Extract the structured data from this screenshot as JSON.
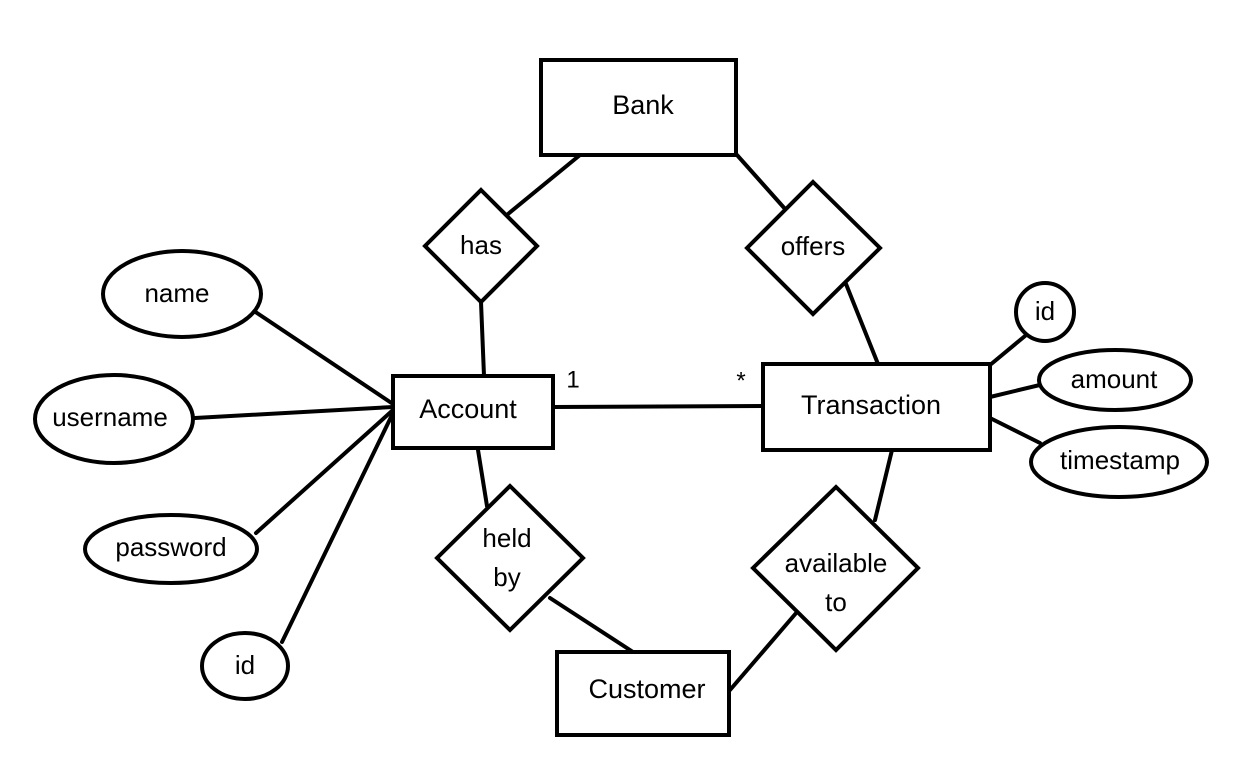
{
  "diagram": {
    "entities": {
      "bank": "Bank",
      "account": "Account",
      "transaction": "Transaction",
      "customer": "Customer"
    },
    "relationships": {
      "has": "has",
      "offers": "offers",
      "held_by": [
        "held",
        "by"
      ],
      "available_to": [
        "available",
        "to"
      ]
    },
    "attributes": {
      "account": [
        "name",
        "username",
        "password",
        "id"
      ],
      "transaction": [
        "id",
        "amount",
        "timestamp"
      ]
    },
    "multiplicities": {
      "account_side": "1",
      "transaction_side": "*"
    }
  }
}
